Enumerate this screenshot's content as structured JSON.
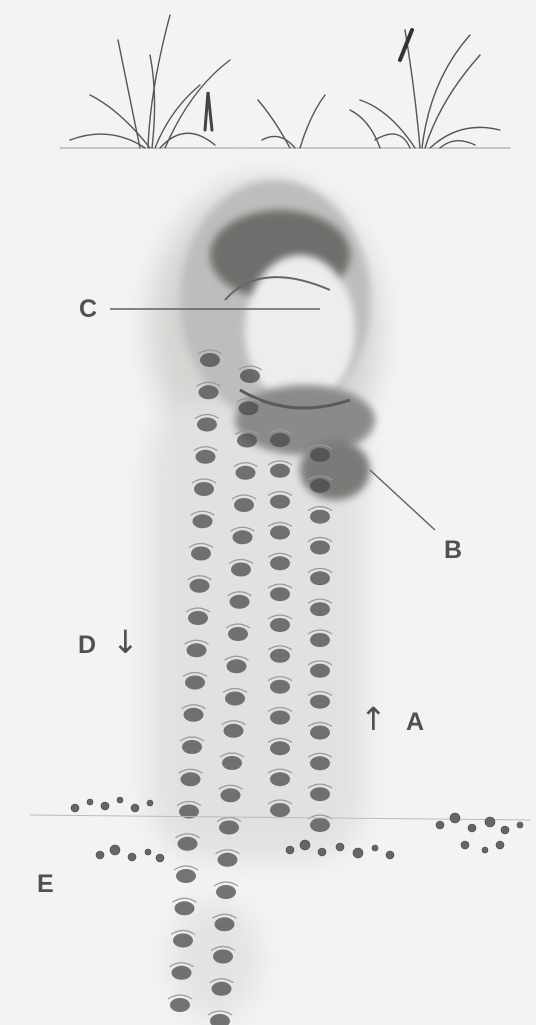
{
  "labels": {
    "c": "C",
    "b": "B",
    "d": "D",
    "a": "A",
    "e": "E"
  },
  "arrows": {
    "down": "↓",
    "up": "↑"
  },
  "colors": {
    "background": "#f3f3f2",
    "ink": "#505050",
    "shadow": "#3f3f3f"
  }
}
